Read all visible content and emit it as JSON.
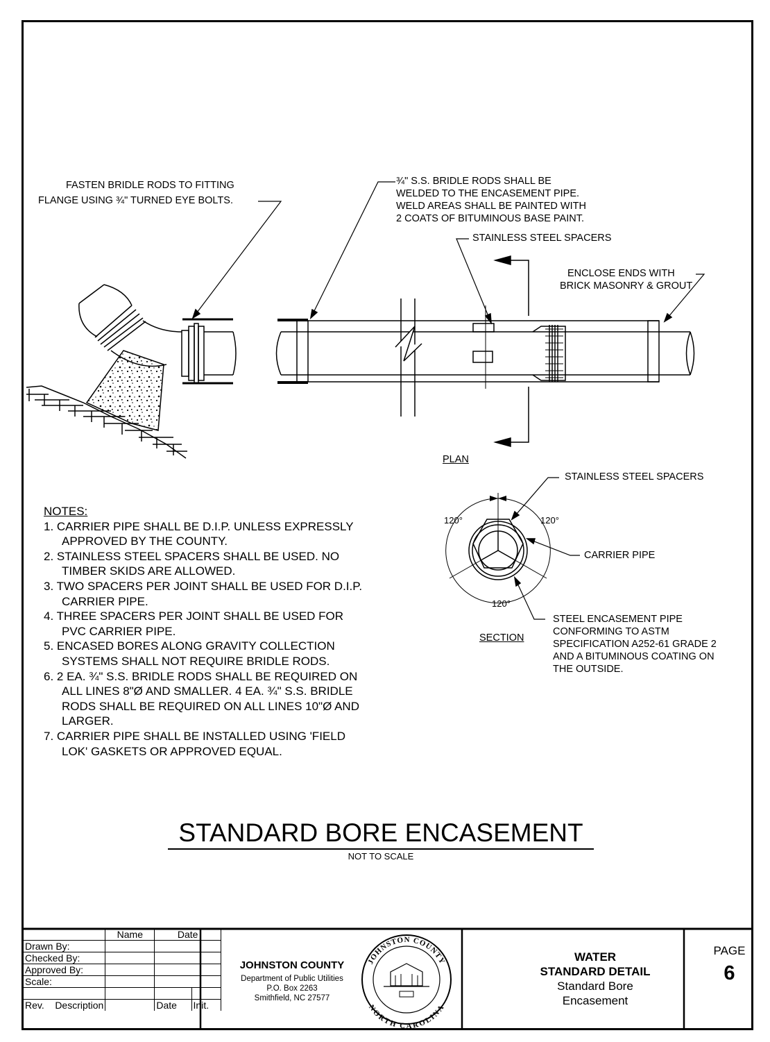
{
  "callouts": {
    "fasten": [
      "FASTEN BRIDLE RODS TO FITTING",
      "FLANGE USING ¾\" TURNED EYE BOLTS."
    ],
    "bridle_rods": [
      "¾\" S.S. BRIDLE RODS SHALL BE",
      "WELDED TO THE ENCASEMENT PIPE.",
      "WELD AREAS SHALL BE PAINTED WITH",
      "2 COATS OF BITUMINOUS BASE PAINT."
    ],
    "spacers_plan": "STAINLESS STEEL SPACERS",
    "enclose": [
      "ENCLOSE ENDS WITH",
      "BRICK MASONRY & GROUT"
    ],
    "plan_label": "PLAN",
    "spacers_section": "STAINLESS STEEL SPACERS",
    "angle_left": "120°",
    "angle_right": "120°",
    "angle_bottom": "120°",
    "carrier_pipe": "CARRIER PIPE",
    "section_label": "SECTION",
    "encasement": [
      "STEEL ENCASEMENT PIPE",
      "CONFORMING TO ASTM",
      "SPECIFICATION A252-61 GRADE 2",
      "AND A BITUMINOUS COATING ON",
      "THE OUTSIDE."
    ]
  },
  "notes": {
    "heading": "NOTES:",
    "lines": [
      "1. CARRIER PIPE SHALL BE D.I.P. UNLESS EXPRESSLY",
      "APPROVED BY THE COUNTY.",
      "2. STAINLESS STEEL SPACERS SHALL BE USED. NO",
      "TIMBER SKIDS ARE ALLOWED.",
      "3. TWO SPACERS PER JOINT SHALL BE USED FOR D.I.P.",
      "CARRIER PIPE.",
      "4. THREE SPACERS PER JOINT SHALL BE USED FOR",
      "PVC CARRIER PIPE.",
      "5. ENCASED BORES ALONG GRAVITY COLLECTION",
      "SYSTEMS SHALL NOT REQUIRE BRIDLE RODS.",
      "6. 2 EA. ¾\" S.S. BRIDLE RODS SHALL BE REQUIRED ON",
      "ALL LINES 8\"Ø AND SMALLER.  4 EA. ¾\" S.S. BRIDLE",
      "RODS SHALL BE REQUIRED ON ALL LINES 10\"Ø AND",
      "LARGER.",
      "7. CARRIER PIPE SHALL BE INSTALLED USING 'FIELD",
      "LOK' GASKETS OR APPROVED EQUAL."
    ]
  },
  "title": "STANDARD BORE ENCASEMENT",
  "subtitle": "NOT TO SCALE",
  "title_block": {
    "col_name": "Name",
    "col_date": "Date",
    "drawn_by": "Drawn By:",
    "checked_by": "Checked By:",
    "approved_by": "Approved By:",
    "scale": "Scale:",
    "rev": "Rev.",
    "description": "Description",
    "date": "Date",
    "init": "Init.",
    "county": "JOHNSTON COUNTY",
    "dept": "Department of Public Utilities",
    "pobox": "P.O. Box 2263",
    "city": "Smithfield, NC  27577",
    "seal_top": "JOHNSTON COUNTY",
    "seal_bottom": "NORTH CAROLINA",
    "water": "WATER",
    "detail": "STANDARD DETAIL",
    "name1": "Standard Bore",
    "name2": "Encasement",
    "page_label": "PAGE",
    "page_number": "6"
  }
}
